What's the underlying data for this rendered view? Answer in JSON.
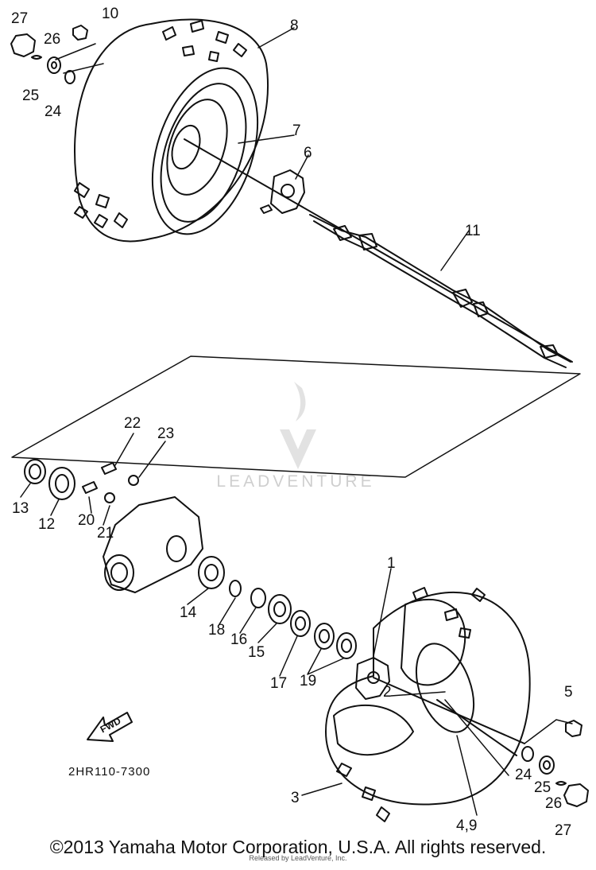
{
  "diagram": {
    "callouts": [
      {
        "id": "27a",
        "label": "27"
      },
      {
        "id": "10",
        "label": "10"
      },
      {
        "id": "26a",
        "label": "26"
      },
      {
        "id": "25a",
        "label": "25"
      },
      {
        "id": "24a",
        "label": "24"
      },
      {
        "id": "8",
        "label": "8"
      },
      {
        "id": "7",
        "label": "7"
      },
      {
        "id": "6",
        "label": "6"
      },
      {
        "id": "11",
        "label": "11"
      },
      {
        "id": "22",
        "label": "22"
      },
      {
        "id": "23",
        "label": "23"
      },
      {
        "id": "13",
        "label": "13"
      },
      {
        "id": "12",
        "label": "12"
      },
      {
        "id": "20",
        "label": "20"
      },
      {
        "id": "21",
        "label": "21"
      },
      {
        "id": "14",
        "label": "14"
      },
      {
        "id": "18",
        "label": "18"
      },
      {
        "id": "16",
        "label": "16"
      },
      {
        "id": "15",
        "label": "15"
      },
      {
        "id": "17",
        "label": "17"
      },
      {
        "id": "19",
        "label": "19"
      },
      {
        "id": "1",
        "label": "1"
      },
      {
        "id": "2",
        "label": "2"
      },
      {
        "id": "5",
        "label": "5"
      },
      {
        "id": "24b",
        "label": "24"
      },
      {
        "id": "25b",
        "label": "25"
      },
      {
        "id": "26b",
        "label": "26"
      },
      {
        "id": "27b",
        "label": "27"
      },
      {
        "id": "3",
        "label": "3"
      },
      {
        "id": "49",
        "label": "4,9"
      }
    ],
    "fwd_label": "FWD",
    "diagram_code": "2HR110-7300",
    "watermark": "LEADVENTURE"
  },
  "footer": {
    "copyright": "©2013 Yamaha Motor Corporation, U.S.A. All rights reserved.",
    "reprint_note": "Released by LeadVenture, Inc."
  },
  "colors": {
    "ink": "#111111",
    "watermark": "#cfcfcf",
    "background": "#ffffff"
  }
}
